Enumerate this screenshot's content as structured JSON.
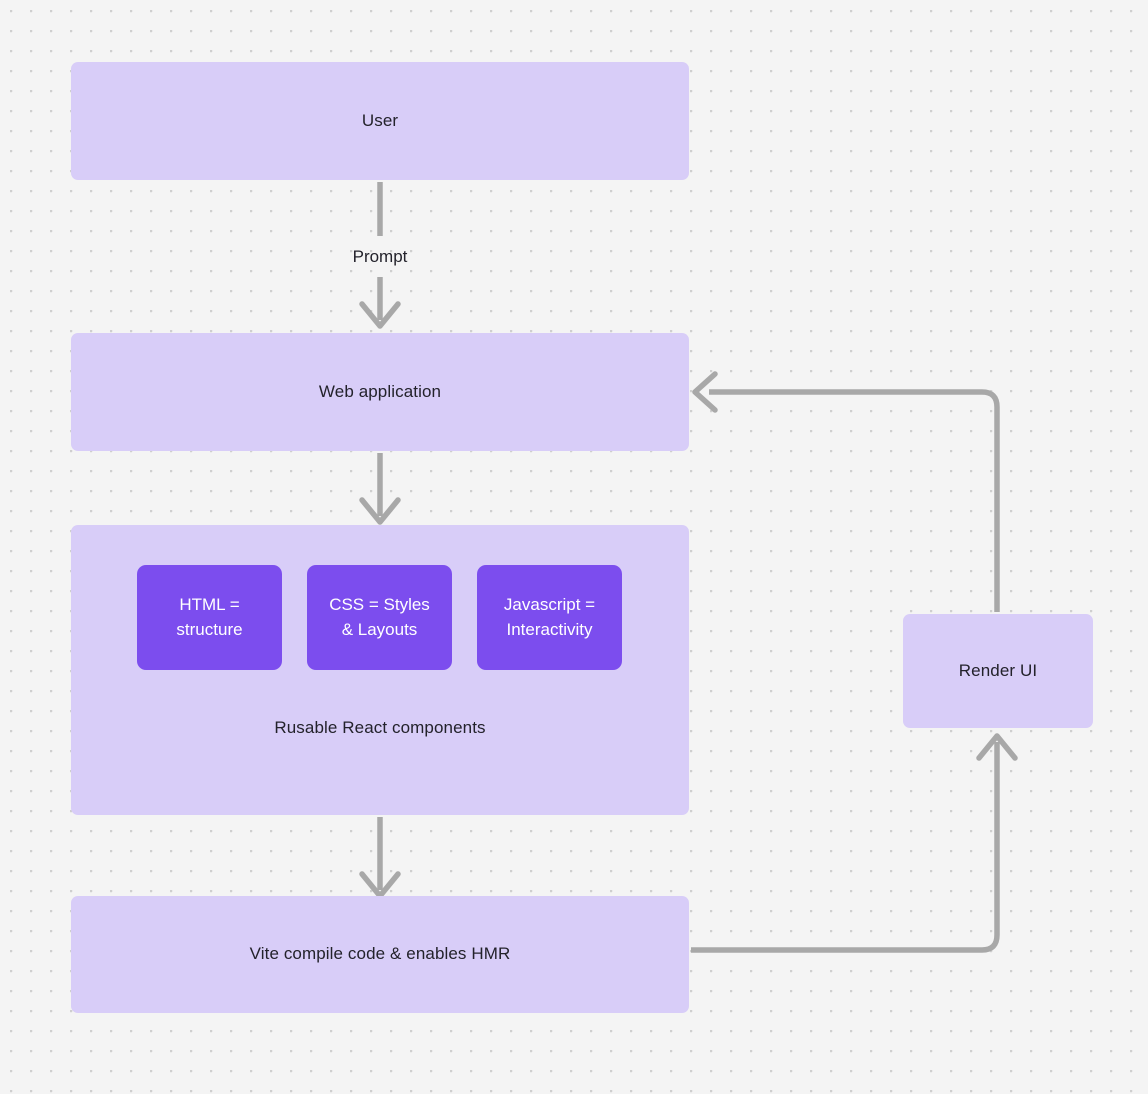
{
  "diagram": {
    "type": "flowchart",
    "background": "#f4f4f4",
    "grid": "dot-grid",
    "node_fill": "#d8cdf8",
    "chip_fill": "#7c4dee",
    "edge_color": "#a8a8a8",
    "text_color": "#23222b",
    "nodes": {
      "user": "User",
      "web_application": "Web application",
      "components_caption": "Rusable React components",
      "vite": "Vite compile code & enables HMR",
      "render_ui": "Render UI"
    },
    "chips": [
      {
        "label": "HTML =\nstructure",
        "line1": "HTML =",
        "line2": "structure"
      },
      {
        "label": "CSS = Styles\n& Layouts",
        "line1": "CSS = Styles",
        "line2": "& Layouts"
      },
      {
        "label": "Javascript =\nInteractivity",
        "line1": "Javascript =",
        "line2": "Interactivity"
      }
    ],
    "edges": [
      {
        "from": "user",
        "to": "web_application",
        "label": "Prompt",
        "direction": "down"
      },
      {
        "from": "web_application",
        "to": "components",
        "label": "",
        "direction": "down"
      },
      {
        "from": "components",
        "to": "vite",
        "label": "",
        "direction": "down"
      },
      {
        "from": "vite",
        "to": "render_ui",
        "label": "",
        "direction": "right-up"
      },
      {
        "from": "render_ui",
        "to": "web_application",
        "label": "",
        "direction": "up-left"
      }
    ]
  }
}
